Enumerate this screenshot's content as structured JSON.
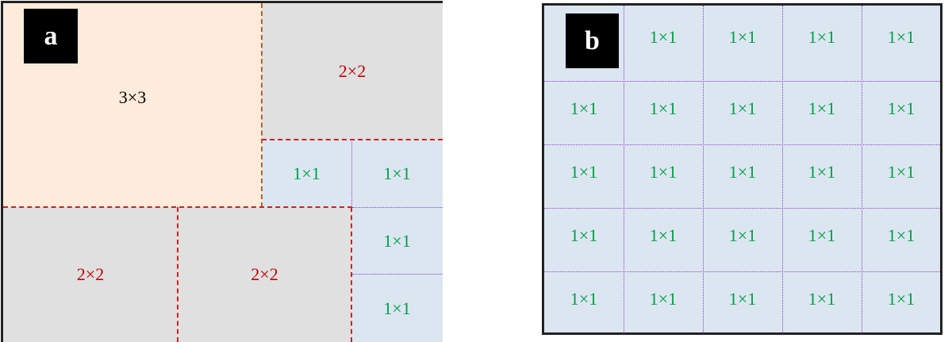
{
  "panel_a": {
    "tag": "a",
    "cells": [
      "3×3",
      "2×2",
      "1×1",
      "1×1",
      "2×2",
      "2×2",
      "1×1",
      "1×1"
    ]
  },
  "panel_b": {
    "tag": "b",
    "cells": [
      "1×1",
      "1×1",
      "1×1",
      "1×1",
      "1×1",
      "1×1",
      "1×1",
      "1×1",
      "1×1",
      "1×1",
      "1×1",
      "1×1",
      "1×1",
      "1×1",
      "1×1",
      "1×1",
      "1×1",
      "1×1",
      "1×1",
      "1×1",
      "1×1",
      "1×1",
      "1×1",
      "1×1"
    ]
  },
  "colors": {
    "large": "#fdebdc",
    "medium": "#e0e0e0",
    "small": "#dce6f1",
    "red_text": "#c00000",
    "green_text": "#00a046"
  }
}
